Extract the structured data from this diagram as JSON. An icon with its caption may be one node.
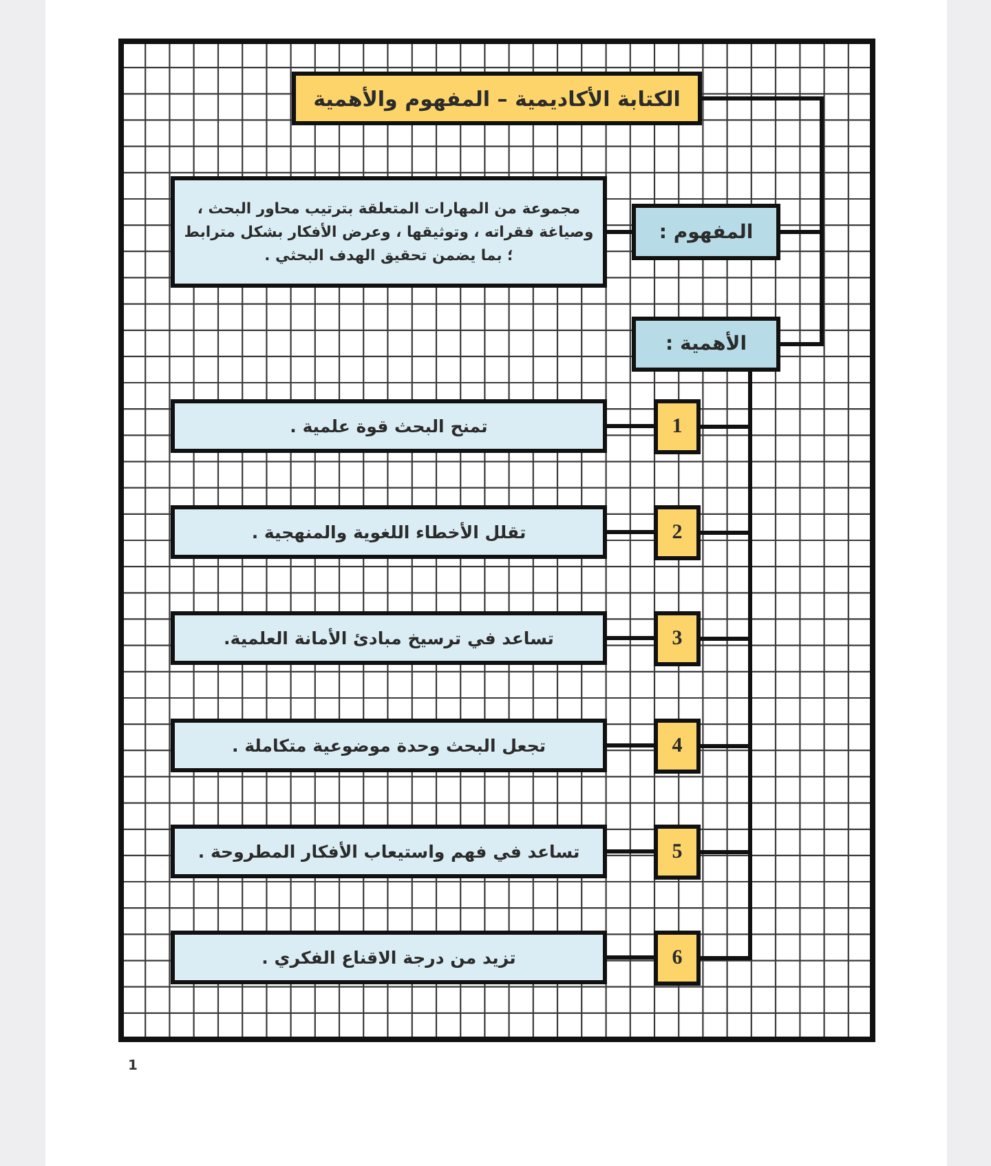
{
  "diagram": {
    "nodes": [
      {
        "text": [
          "الكتابة الأكاديمية – المفهوم والأهمية"
        ]
      },
      {
        "text": [
          "المفهوم :"
        ]
      },
      {
        "text": [
          "مجموعة من المهارات المتعلقة بترتيب محاور البحث ، وصياغة فقراته ، وتوثيقها ، وعرض الأفكار بشكل مترابط ؛ بما يضمن تحقيق الهدف البحثي ."
        ]
      },
      {
        "text": [
          "الأهمية :"
        ]
      },
      {
        "text": [
          "1"
        ]
      },
      {
        "text": [
          "تمنح البحث قوة علمية ."
        ]
      },
      {
        "text": [
          "2"
        ]
      },
      {
        "text": [
          "تقلل الأخطاء اللغوية والمنهجية ."
        ]
      },
      {
        "text": [
          "3"
        ]
      },
      {
        "text": [
          "تساعد في ترسيخ مبادئ الأمانة العلمية."
        ]
      },
      {
        "text": [
          "4"
        ]
      },
      {
        "text": [
          "تجعل البحث وحدة موضوعية متكاملة ."
        ]
      },
      {
        "text": [
          "5"
        ]
      },
      {
        "text": [
          "تساعد في فهم واستيعاب الأفكار المطروحة ."
        ]
      },
      {
        "text": [
          "6"
        ]
      },
      {
        "text": [
          "تزيد من درجة الاقناع الفكري ."
        ]
      }
    ],
    "edges": [
      {
        "from": 0,
        "to": 1,
        "arrow": "none"
      },
      {
        "from": 0,
        "to": 3,
        "arrow": "none"
      },
      {
        "from": 1,
        "to": 2,
        "arrow": "none"
      },
      {
        "from": 3,
        "to": 4,
        "arrow": "none"
      },
      {
        "from": 3,
        "to": 6,
        "arrow": "none"
      },
      {
        "from": 3,
        "to": 8,
        "arrow": "none"
      },
      {
        "from": 3,
        "to": 10,
        "arrow": "none"
      },
      {
        "from": 3,
        "to": 12,
        "arrow": "none"
      },
      {
        "from": 3,
        "to": 14,
        "arrow": "none"
      },
      {
        "from": 4,
        "to": 5,
        "arrow": "none"
      },
      {
        "from": 6,
        "to": 7,
        "arrow": "none"
      },
      {
        "from": 8,
        "to": 9,
        "arrow": "none"
      },
      {
        "from": 10,
        "to": 11,
        "arrow": "none"
      },
      {
        "from": 12,
        "to": 13,
        "arrow": "none"
      },
      {
        "from": 14,
        "to": 15,
        "arrow": "none"
      }
    ],
    "labels": [
      "1"
    ]
  }
}
